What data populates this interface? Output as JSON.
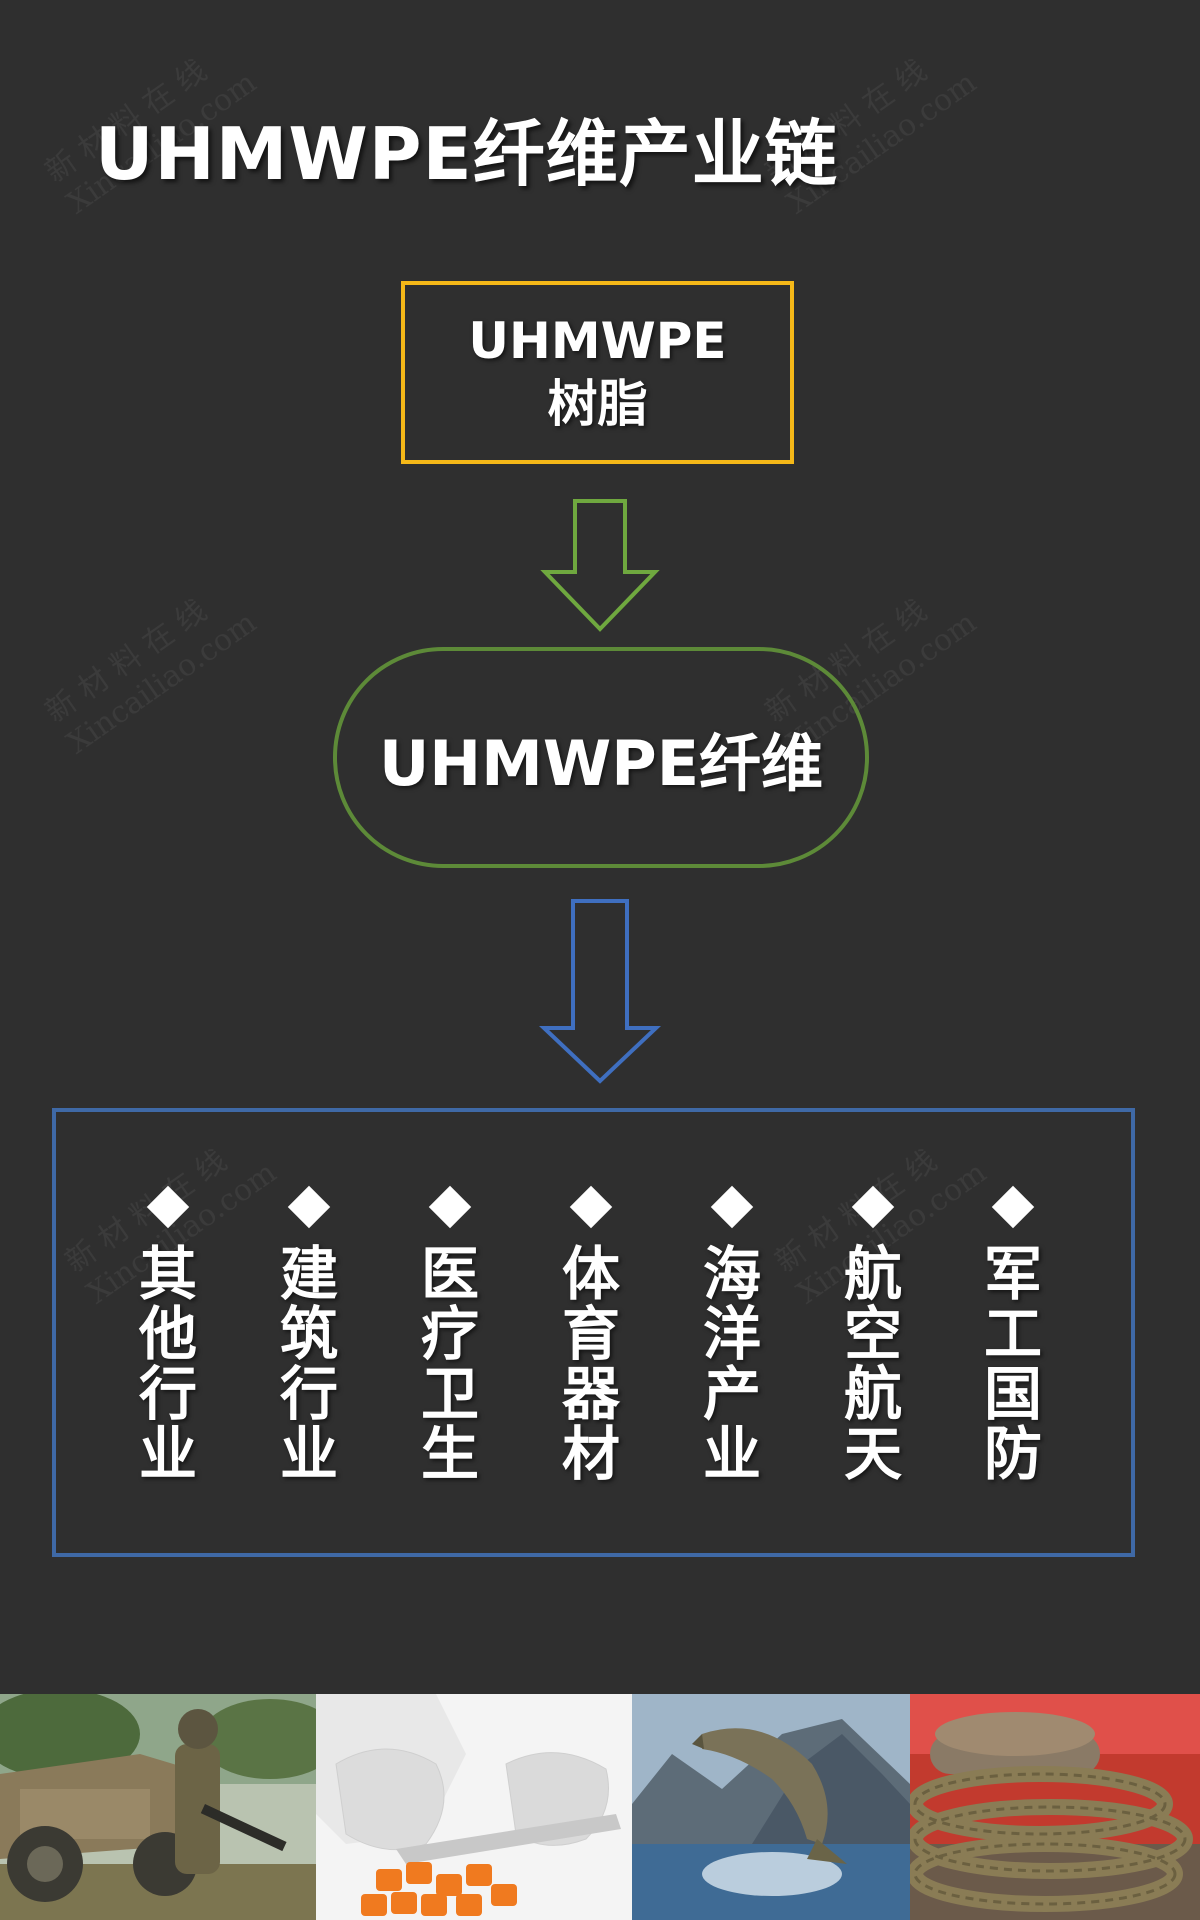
{
  "title": "UHMWPE纤维产业链",
  "resin": {
    "line1": "UHMWPE",
    "line2": "树脂"
  },
  "fiber": "UHMWPE纤维",
  "applications": [
    "其他行业",
    "建筑行业",
    "医疗卫生",
    "体育器材",
    "海洋产业",
    "航空航天",
    "军工国防"
  ],
  "watermark": {
    "line1": "新 材 料 在 线",
    "line2": "Xincailiao.com"
  },
  "colors": {
    "background": "#2f2f2f",
    "resin_border": "#f5b818",
    "fiber_border": "#5d8a38",
    "arrow1": "#6fa83f",
    "arrow2": "#3f6fc0",
    "apps_border": "#3f69a6"
  },
  "photos": [
    "military-vehicle-photo",
    "gloved-hands-cutting-photo",
    "leaping-fish-photo",
    "mooring-rope-photo"
  ]
}
